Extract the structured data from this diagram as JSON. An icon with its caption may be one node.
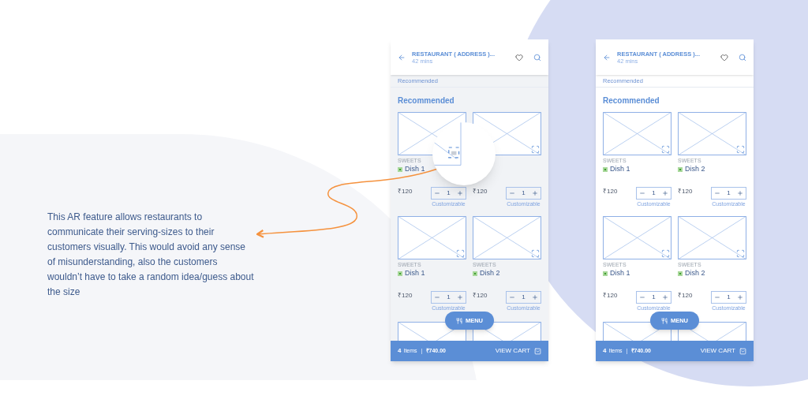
{
  "diagram": {
    "nodes": [
      {
        "text": [
          "This AR feature allows restaurants to communicate their serving-sizes to their customers visually. This would avoid any sense of misunderstanding, also the customers wouldn’t have to take a random idea/guess about the size"
        ]
      },
      {
        "text": [],
        "shape": "circle"
      }
    ],
    "edges": [
      {
        "from": 1,
        "to": 0,
        "arrow": "to",
        "color": "#f5923e"
      }
    ],
    "labels": [
      "RESTAURANT ( ADDRESS )...",
      "42 mins",
      "Recommended",
      "Recommended",
      "SWEETS",
      "Dish 1",
      "₹120",
      "1",
      "Customizable",
      "₹120",
      "1",
      "Customizable",
      "SWEETS",
      "Dish 1",
      "₹120",
      "1",
      "Customizable",
      "SWEETS",
      "Dish 2",
      "₹120",
      "1",
      "Customizable",
      "MENU",
      "4",
      "Items",
      "₹740.00",
      "VIEW CART",
      "RESTAURANT ( ADDRESS )...",
      "42 mins",
      "Recommended",
      "Recommended",
      "SWEETS",
      "Dish 1",
      "₹120",
      "1",
      "Customizable",
      "SWEETS",
      "Dish 2",
      "₹120",
      "1",
      "Customizable",
      "SWEETS",
      "Dish 1",
      "₹120",
      "1",
      "Customizable",
      "SWEETS",
      "Dish 2",
      "₹120",
      "1",
      "Customizable",
      "MENU",
      "4",
      "Items",
      "₹740.00",
      "VIEW CART"
    ]
  }
}
